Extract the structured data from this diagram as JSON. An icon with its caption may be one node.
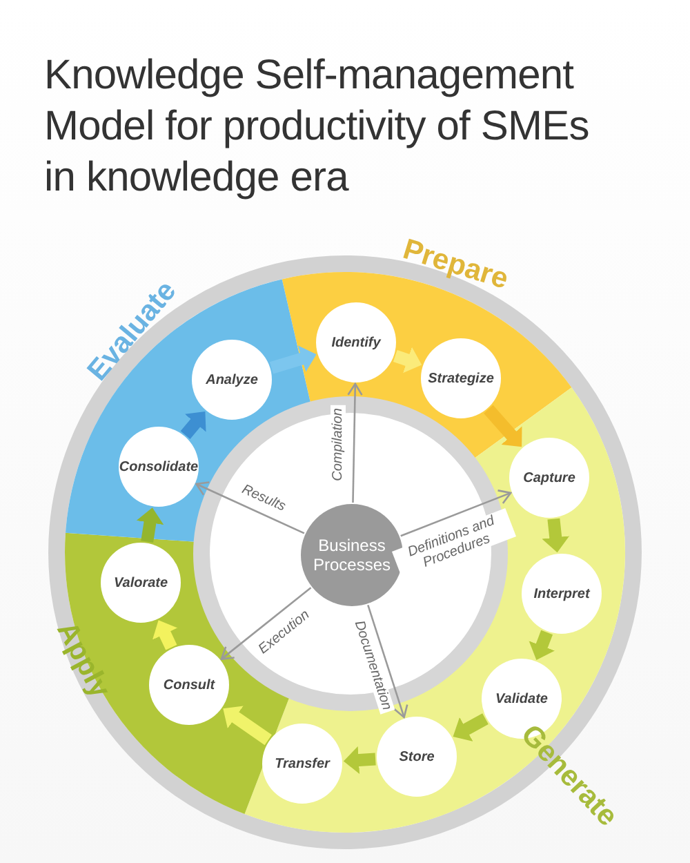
{
  "diagram": {
    "title": "Knowledge Self-management Model for productivity of SMEs in knowledge era",
    "nodes": [
      {
        "text": [
          "Business Processes"
        ]
      },
      {
        "text": [
          "Identify"
        ]
      },
      {
        "text": [
          "Strategize"
        ]
      },
      {
        "text": [
          "Capture"
        ]
      },
      {
        "text": [
          "Interpret"
        ]
      },
      {
        "text": [
          "Validate"
        ]
      },
      {
        "text": [
          "Store"
        ]
      },
      {
        "text": [
          "Transfer"
        ]
      },
      {
        "text": [
          "Consult"
        ]
      },
      {
        "text": [
          "Valorate"
        ]
      },
      {
        "text": [
          "Consolidate"
        ]
      },
      {
        "text": [
          "Analyze"
        ]
      }
    ],
    "edges": [
      {
        "from": 1,
        "to": 2,
        "arrow": "to",
        "color": "#fbeb7a"
      },
      {
        "from": 2,
        "to": 3,
        "arrow": "to",
        "color": "#f4bd2c"
      },
      {
        "from": 3,
        "to": 4,
        "arrow": "to",
        "color": "#b3c83a"
      },
      {
        "from": 4,
        "to": 5,
        "arrow": "to",
        "color": "#b3c83a"
      },
      {
        "from": 5,
        "to": 6,
        "arrow": "to",
        "color": "#b3c83a"
      },
      {
        "from": 6,
        "to": 7,
        "arrow": "to",
        "color": "#b3c83a"
      },
      {
        "from": 7,
        "to": 8,
        "arrow": "to",
        "color": "#f0f36a"
      },
      {
        "from": 8,
        "to": 9,
        "arrow": "to",
        "color": "#f3f25e"
      },
      {
        "from": 9,
        "to": 10,
        "arrow": "to",
        "color": "#94b52e"
      },
      {
        "from": 10,
        "to": 11,
        "arrow": "to",
        "color": "#3d8fd2"
      },
      {
        "from": 11,
        "to": 1,
        "arrow": "to",
        "color": "#7cc6ee"
      },
      {
        "from": 0,
        "to": 1,
        "arrow": "to",
        "label": "Compilation"
      },
      {
        "from": 0,
        "to": 3,
        "arrow": "to",
        "label": "Definitions and Procedures"
      },
      {
        "from": 0,
        "to": 6,
        "arrow": "to",
        "label": "Documentation"
      },
      {
        "from": 0,
        "to": 8,
        "arrow": "to",
        "label": "Execution"
      },
      {
        "from": 0,
        "to": 10,
        "arrow": "to",
        "label": "Results"
      }
    ],
    "labels": [
      "Prepare",
      "Evaluate",
      "Apply",
      "Generate"
    ]
  }
}
